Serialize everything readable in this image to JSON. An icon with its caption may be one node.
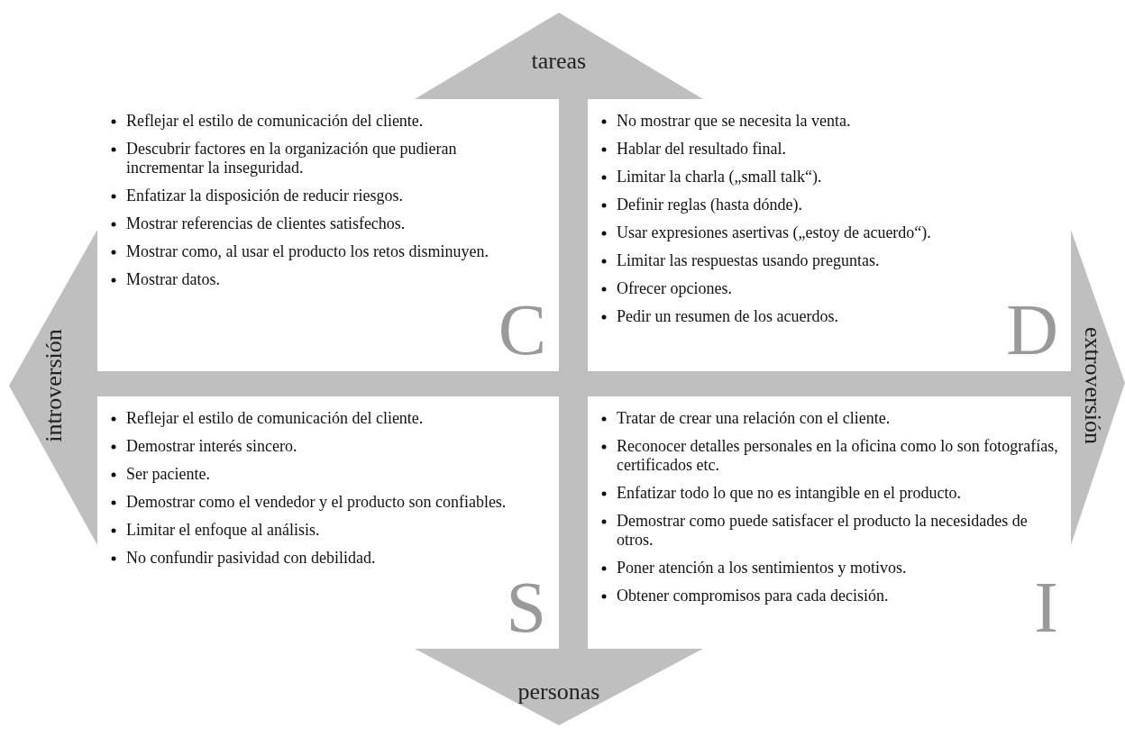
{
  "diagram": {
    "nodes": [
      {
        "text": [
          "C",
          "Reflejar el estilo de comunicación del cliente.",
          "Descubrir factores en la organización que pudieran incrementar la inseguridad.",
          "Enfatizar la disposición de reducir riesgos.",
          "Mostrar referencias de clientes satisfechos.",
          "Mostrar como, al usar el producto los retos disminuyen.",
          "Mostrar datos."
        ]
      },
      {
        "text": [
          "D",
          "No mostrar que se necesita la venta.",
          "Hablar del resultado final.",
          "Limitar la charla („small talk“).",
          "Definir reglas (hasta dónde).",
          "Usar expresiones asertivas („estoy de acuerdo“).",
          "Limitar las respuestas usando preguntas.",
          "Ofrecer opciones.",
          "Pedir un resumen de los acuerdos."
        ]
      },
      {
        "text": [
          "S",
          "Reflejar el estilo de comunicación del cliente.",
          "Demostrar interés sincero.",
          "Ser paciente.",
          "Demostrar como el vendedor y el producto son confiables.",
          "Limitar el enfoque al análisis.",
          "No confundir pasividad con debilidad."
        ]
      },
      {
        "text": [
          "I",
          "Tratar de crear una relación con el cliente.",
          "Reconocer detalles personales en la oficina como lo son fotografías, certificados etc.",
          "Enfatizar todo lo que no es intangible en el producto.",
          "Demostrar como puede satisfacer el producto la necesidades de otros.",
          "Poner atención a los sentimientos y motivos.",
          "Obtener compromisos para cada decisión."
        ]
      }
    ],
    "labels": [
      "tareas",
      "introversión",
      "extroversión",
      "personas"
    ]
  }
}
